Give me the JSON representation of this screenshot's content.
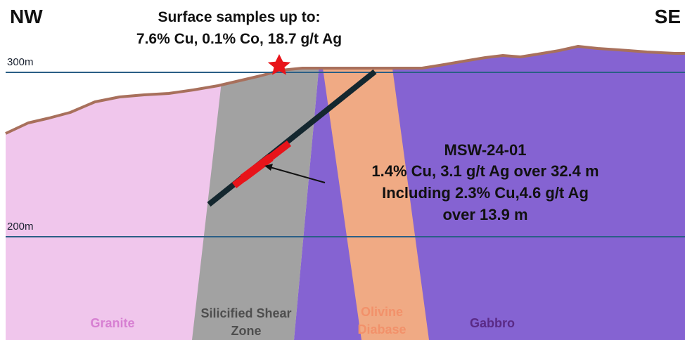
{
  "orientation": {
    "left": "NW",
    "right": "SE"
  },
  "header": {
    "line1": "Surface samples up to:",
    "line2": "7.6% Cu, 0.1% Co, 18.7 g/t Ag"
  },
  "elevations": [
    {
      "label": "300m",
      "value": 300
    },
    {
      "label": "200m",
      "value": 200
    }
  ],
  "drill_hole": {
    "name": "MSW-24-01",
    "line1": "1.4% Cu, 3.1 g/t Ag over 32.4 m",
    "line2": "Including 2.3% Cu,4.6 g/t Ag",
    "line3": "over 13.9 m"
  },
  "units": [
    {
      "name": "granite",
      "label": "Granite",
      "color": "#f0c6ec",
      "label_color": "#d77fd2"
    },
    {
      "name": "silicified-shear-zone",
      "line1": "Silicified Shear",
      "line2": "Zone",
      "color": "#a2a2a2",
      "label_color": "#4e4e4e"
    },
    {
      "name": "olivine-diabase",
      "line1": "Olivine",
      "line2": "Diabase",
      "color": "#f0aa84",
      "label_color": "#f2916a"
    },
    {
      "name": "gabbro",
      "label": "Gabbro",
      "color": "#8563d2",
      "label_color": "#5a2a86"
    }
  ],
  "colors": {
    "surface": "#a8705c",
    "elevation_line": "#2a5f86",
    "drill_trace": "#14272f",
    "mineralized_interval": "#e8141a",
    "star": "#e8141a"
  }
}
